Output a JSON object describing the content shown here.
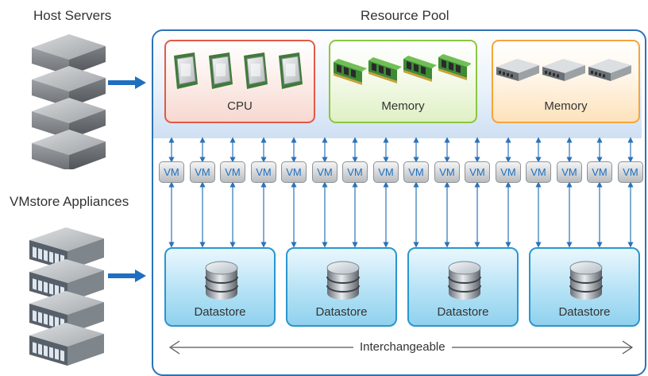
{
  "labels": {
    "host_servers": "Host Servers",
    "vmstore_appliances": "VMstore Appliances",
    "resource_pool": "Resource Pool",
    "interchangeable": "Interchangeable"
  },
  "resources": [
    {
      "label": "CPU",
      "color": "#e05a48"
    },
    {
      "label": "Memory",
      "color": "#8cc63f"
    },
    {
      "label": "Memory",
      "color": "#f6a43a"
    }
  ],
  "vms": [
    "VM",
    "VM",
    "VM",
    "VM",
    "VM",
    "VM",
    "VM",
    "VM",
    "VM",
    "VM",
    "VM",
    "VM",
    "VM",
    "VM",
    "VM",
    "VM"
  ],
  "datastores": [
    "Datastore",
    "Datastore",
    "Datastore",
    "Datastore"
  ],
  "colors": {
    "pool_border": "#2b73b8",
    "arrow": "#1e6fc0",
    "connector": "#2b73b8",
    "datastore_border": "#2a96cf"
  },
  "icons": {
    "host_server": "server-rack-icon",
    "vmstore_appliance": "storage-array-icon",
    "cpu": "cpu-chip-icon",
    "memory": "ram-module-icon",
    "network_appliance": "appliance-icon",
    "datastore": "database-icon"
  }
}
